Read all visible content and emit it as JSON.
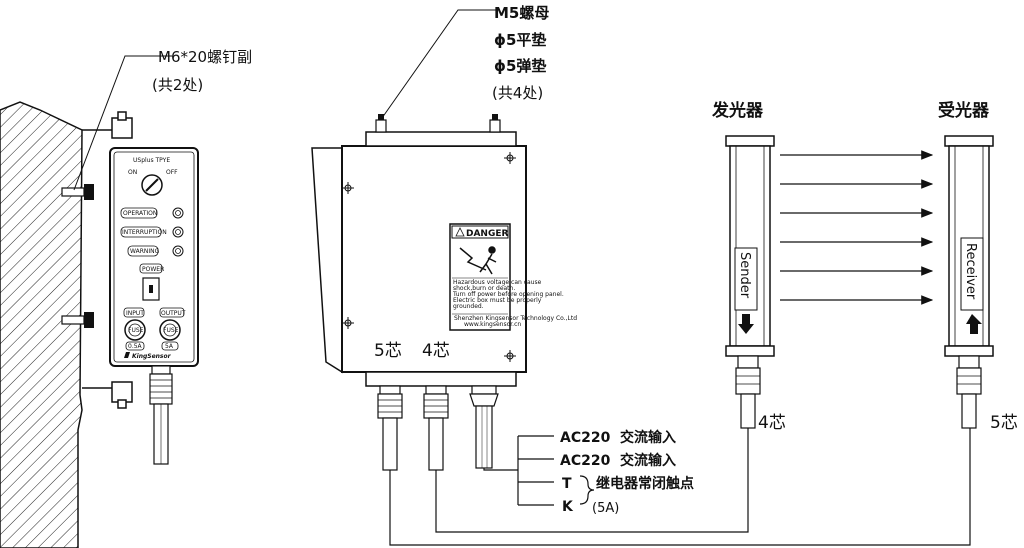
{
  "callouts": {
    "screw": {
      "line1": "M6*20螺钉副",
      "line2": "(共2处)"
    },
    "nut": {
      "line1": "M5螺母",
      "line2": "ϕ5平垫",
      "line3": "ϕ5弹垫",
      "line4": "(共4处)"
    }
  },
  "controller": {
    "title": "USplus TPYE",
    "switch_on": "ON",
    "switch_off": "OFF",
    "indicators": [
      "OPERATION",
      "INTERRUPTION",
      "WARNING"
    ],
    "power_label": "POWER",
    "input_label": "INPUT",
    "output_label": "OUTPUT",
    "fuse_label": "FUSE",
    "input_rating": "0.5A",
    "output_rating": "5A",
    "brand": "KingSensor"
  },
  "box": {
    "danger_title": "DANGER",
    "danger_lines": [
      "Hazardous voltage can cause",
      "shock,burn or death.",
      "Turn off power before opening panel.",
      "Electric box must be properly",
      "grounded."
    ],
    "footer_line1": "Shenzhen Kingsensor Technology Co.,Ltd",
    "footer_line2": "www.kingsensor.cn",
    "port1_label": "5芯",
    "port2_label": "4芯"
  },
  "sender": {
    "title": "发光器",
    "text": "Sender",
    "cable_label": "4芯"
  },
  "receiver": {
    "title": "受光器",
    "text": "Receiver",
    "cable_label": "5芯"
  },
  "wiring": [
    {
      "code": "AC220",
      "desc": "交流输入"
    },
    {
      "code": "AC220",
      "desc": "交流输入"
    },
    {
      "code": "T",
      "desc": ""
    },
    {
      "code": "K",
      "desc": ""
    }
  ],
  "relay": {
    "desc": "继电器常闭触点",
    "rating": "(5A)"
  }
}
